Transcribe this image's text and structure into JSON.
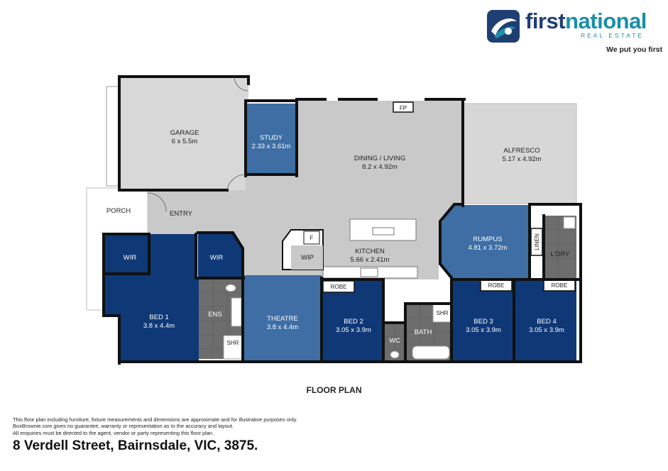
{
  "brand": {
    "name_first": "first",
    "name_second": "national",
    "subtitle": "REAL ESTATE",
    "tagline": "We put you first",
    "colors": {
      "navy": "#1f3f73",
      "teal": "#1a8fa8"
    }
  },
  "rooms": {
    "garage": {
      "name": "GARAGE",
      "dims": "6 x 5.5m"
    },
    "study": {
      "name": "STUDY",
      "dims": "2.33 x 3.61m"
    },
    "dining_living": {
      "name": "DINING / LIVING",
      "dims": "8.2 x 4.92m"
    },
    "fp": {
      "name": "FP"
    },
    "alfresco": {
      "name": "ALFRESCO",
      "dims": "5.17 x 4.92m"
    },
    "porch": {
      "name": "PORCH"
    },
    "entry": {
      "name": "ENTRY"
    },
    "wir_left": {
      "name": "WIR"
    },
    "wir_right": {
      "name": "WIR"
    },
    "fridge": {
      "name": "F"
    },
    "wip": {
      "name": "WIP"
    },
    "kitchen": {
      "name": "KITCHEN",
      "dims": "5.66 x 2.41m"
    },
    "rumpus": {
      "name": "RUMPUS",
      "dims": "4.81 x 3.72m"
    },
    "linen": {
      "name": "LINEN"
    },
    "laundry": {
      "name": "L'DRY"
    },
    "bed1": {
      "name": "BED 1",
      "dims": "3.8 x 4.4m"
    },
    "ens": {
      "name": "ENS"
    },
    "ens_shr": {
      "name": "SHR"
    },
    "theatre": {
      "name": "THEATRE",
      "dims": "3.8 x 4.4m"
    },
    "bed2": {
      "name": "BED 2",
      "dims": "3.05 x 3.9m",
      "robe": "ROBE"
    },
    "wc": {
      "name": "WC"
    },
    "bath": {
      "name": "BATH"
    },
    "bath_shr": {
      "name": "SHR"
    },
    "bed3": {
      "name": "BED 3",
      "dims": "3.05 x 3.9m",
      "robe": "ROBE"
    },
    "bed4": {
      "name": "BED 4",
      "dims": "3.05 x 3.9m",
      "robe": "ROBE"
    }
  },
  "plan_title": "FLOOR PLAN",
  "disclaimer": [
    "This floor plan including furniture, fixture measurements and dimensions are approximate and for illustrative purposes only.",
    "BoxBrownie.com gives no guarantee, warranty or representation as to the accuracy and layout.",
    "All enquiries must be directed to the agent, vendor or party representing this floor plan."
  ],
  "address": "8 Verdell Street, Bairnsdale, VIC, 3875.",
  "colors": {
    "room_gray": "#c9c9c9",
    "floor_light": "#d8d8d8",
    "alfresco": "#d7d7d7",
    "navy": "#0f3877",
    "steel_blue": "#3e6ea3",
    "wet_tile": "#6d6d6d",
    "wall": "#111111"
  }
}
